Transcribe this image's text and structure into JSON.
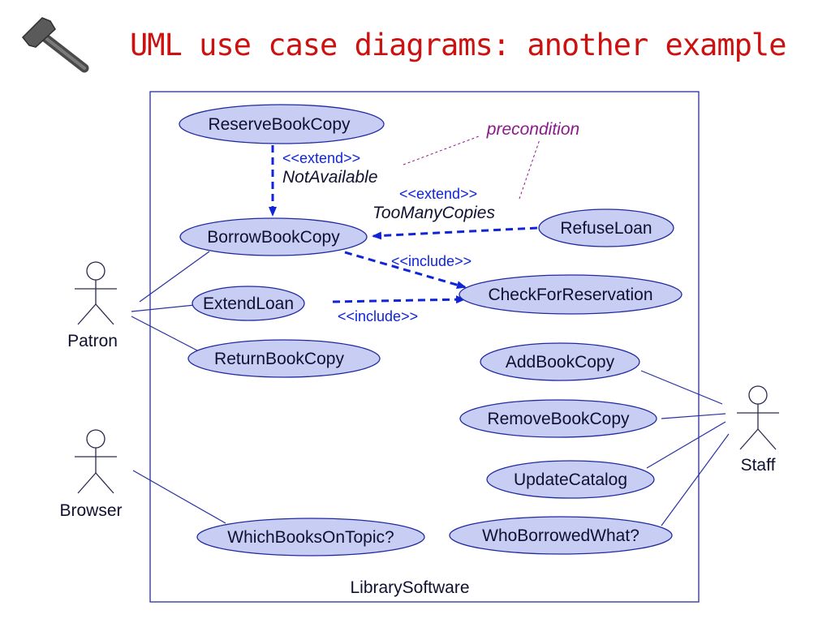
{
  "title": "UML use case diagrams:  another example",
  "system": {
    "name": "LibrarySoftware"
  },
  "actors": {
    "patron": "Patron",
    "browser": "Browser",
    "staff": "Staff"
  },
  "use_cases": {
    "reserve_book_copy": "ReserveBookCopy",
    "borrow_book_copy": "BorrowBookCopy",
    "extend_loan": "ExtendLoan",
    "return_book_copy": "ReturnBookCopy",
    "refuse_loan": "RefuseLoan",
    "check_for_reservation": "CheckForReservation",
    "add_book_copy": "AddBookCopy",
    "remove_book_copy": "RemoveBookCopy",
    "update_catalog": "UpdateCatalog",
    "which_books_on_topic": "WhichBooksOnTopic?",
    "who_borrowed_what": "WhoBorrowedWhat?"
  },
  "relationships": {
    "extend_not_available": {
      "stereotype": "<<extend>>",
      "condition": "NotAvailable"
    },
    "extend_too_many_copies": {
      "stereotype": "<<extend>>",
      "condition": "TooManyCopies"
    },
    "include_borrow": {
      "stereotype": "<<include>>"
    },
    "include_extend": {
      "stereotype": "<<include>>"
    }
  },
  "note": {
    "text": "precondition"
  },
  "colors": {
    "title": "#cc1111",
    "use_case_fill": "#c8cdf4",
    "use_case_border": "#1f2a9e",
    "dependency": "#1024d8",
    "note": "#8a1a8a"
  }
}
